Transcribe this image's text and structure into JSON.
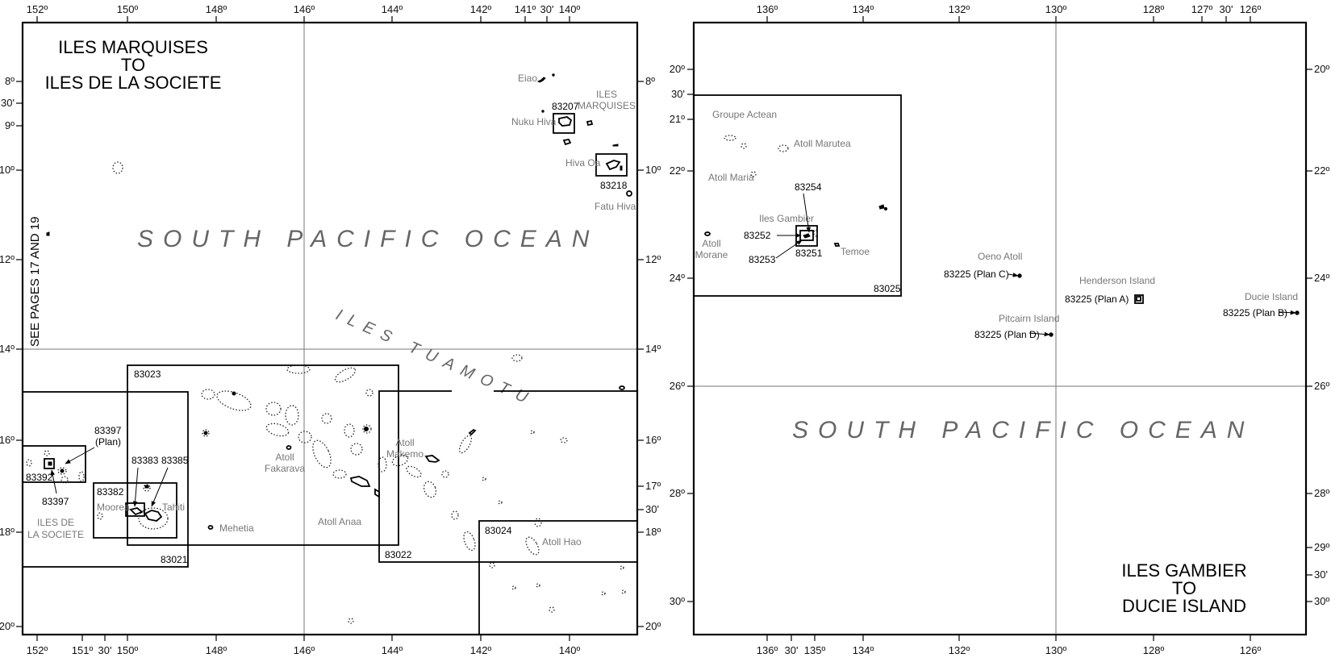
{
  "left_panel": {
    "title_lines": [
      "ILES MARQUISES",
      "TO",
      "ILES DE LA SOCIETE"
    ],
    "ocean_label": "SOUTH PACIFIC OCEAN",
    "region_label": "ILES TUAMOTU",
    "side_note": "SEE PAGES 17 AND 19",
    "lon_labels_top": [
      "152º",
      "150º",
      "148º",
      "146º",
      "144º",
      "142º",
      "141º",
      "30'",
      "140º"
    ],
    "lon_labels_bottom": [
      "152º",
      "151º",
      "30'",
      "150º",
      "148º",
      "146º",
      "144º",
      "142º",
      "140º"
    ],
    "lat_labels_left": [
      "8º",
      "30'",
      "9º",
      "10º",
      "12º",
      "14º",
      "16º",
      "18º",
      "20º"
    ],
    "lat_labels_right": [
      "8º",
      "10º",
      "12º",
      "14º",
      "16º",
      "17º",
      "30'",
      "18º",
      "20º"
    ],
    "charts": [
      "83207",
      "83218",
      "83023",
      "83397",
      "(Plan)",
      "83392",
      "83397",
      "83383",
      "83385",
      "83382",
      "83021",
      "83022",
      "83024"
    ],
    "places": [
      "Eiao",
      "ILES",
      "MARQUISES",
      "Nuku Hiva",
      "Hiva Oa",
      "Fatu Hiva",
      "Atoll",
      "Fakarava",
      "Atoll",
      "Makemo",
      "Atoll Anaa",
      "Atoll Hao",
      "Mehetia",
      "Moorea",
      "Tahiti",
      "ILES DE",
      "LA SOCIETE"
    ]
  },
  "right_panel": {
    "title_lines": [
      "ILES GAMBIER",
      "TO",
      "DUCIE ISLAND"
    ],
    "ocean_label": "SOUTH PACIFIC OCEAN",
    "lon_labels_top": [
      "136º",
      "134º",
      "132º",
      "130º",
      "128º",
      "127º",
      "30'",
      "126º"
    ],
    "lon_labels_bottom": [
      "136º",
      "30'",
      "135º",
      "134º",
      "132º",
      "130º",
      "128º",
      "126º"
    ],
    "lat_labels_left": [
      "20º",
      "30'",
      "21º",
      "22º",
      "24º",
      "26º",
      "28º",
      "30º"
    ],
    "lat_labels_right": [
      "20º",
      "22º",
      "24º",
      "26º",
      "28º",
      "29º",
      "30'",
      "30º"
    ],
    "charts": [
      "83254",
      "83252",
      "83251",
      "83253",
      "83025",
      "83225 (Plan C)",
      "83225 (Plan A)",
      "83225 (Plan B)",
      "83225 (Plan D)"
    ],
    "places": [
      "Groupe Actean",
      "Atoll Marutea",
      "Atoll Maria",
      "Iles Gambier",
      "Atoll",
      "Morane",
      "Temoe",
      "Oeno Atoll",
      "Henderson Island",
      "Pitcairn Island",
      "Ducie Island"
    ]
  }
}
